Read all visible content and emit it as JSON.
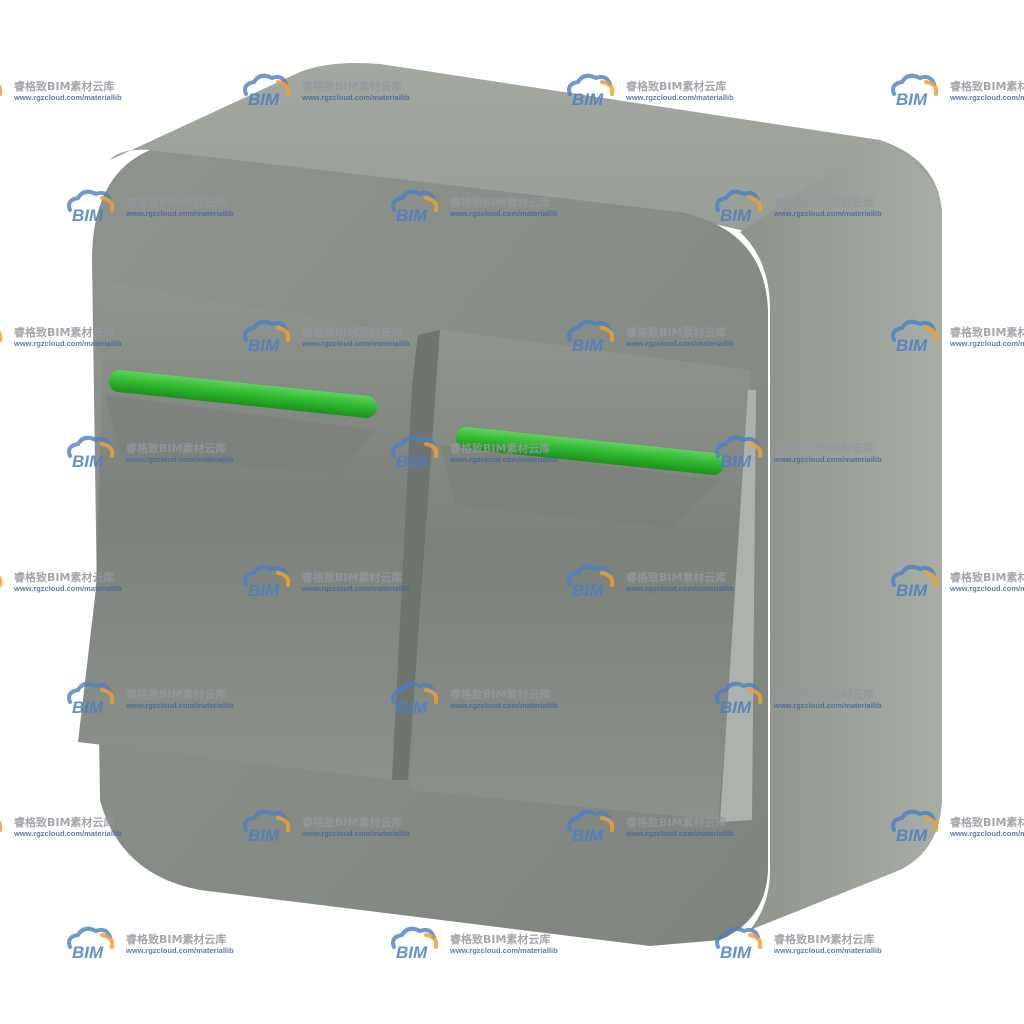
{
  "image": {
    "subject": "double-rocker-wall-switch",
    "colors": {
      "body": "#9a9f98",
      "body_dark": "#7b807a",
      "front_face": "#8c918b",
      "rocker": "#858a84",
      "indicator": "#2fb82f",
      "background": "#ffffff"
    }
  },
  "watermark": {
    "brand_text": "睿格致BIM素材云库",
    "url_text": "www.rgzcloud.com/materiallib",
    "logo_text": "BIM",
    "logo_colors": {
      "cloud": "#4a7fc4",
      "accent": "#f0a030"
    }
  }
}
